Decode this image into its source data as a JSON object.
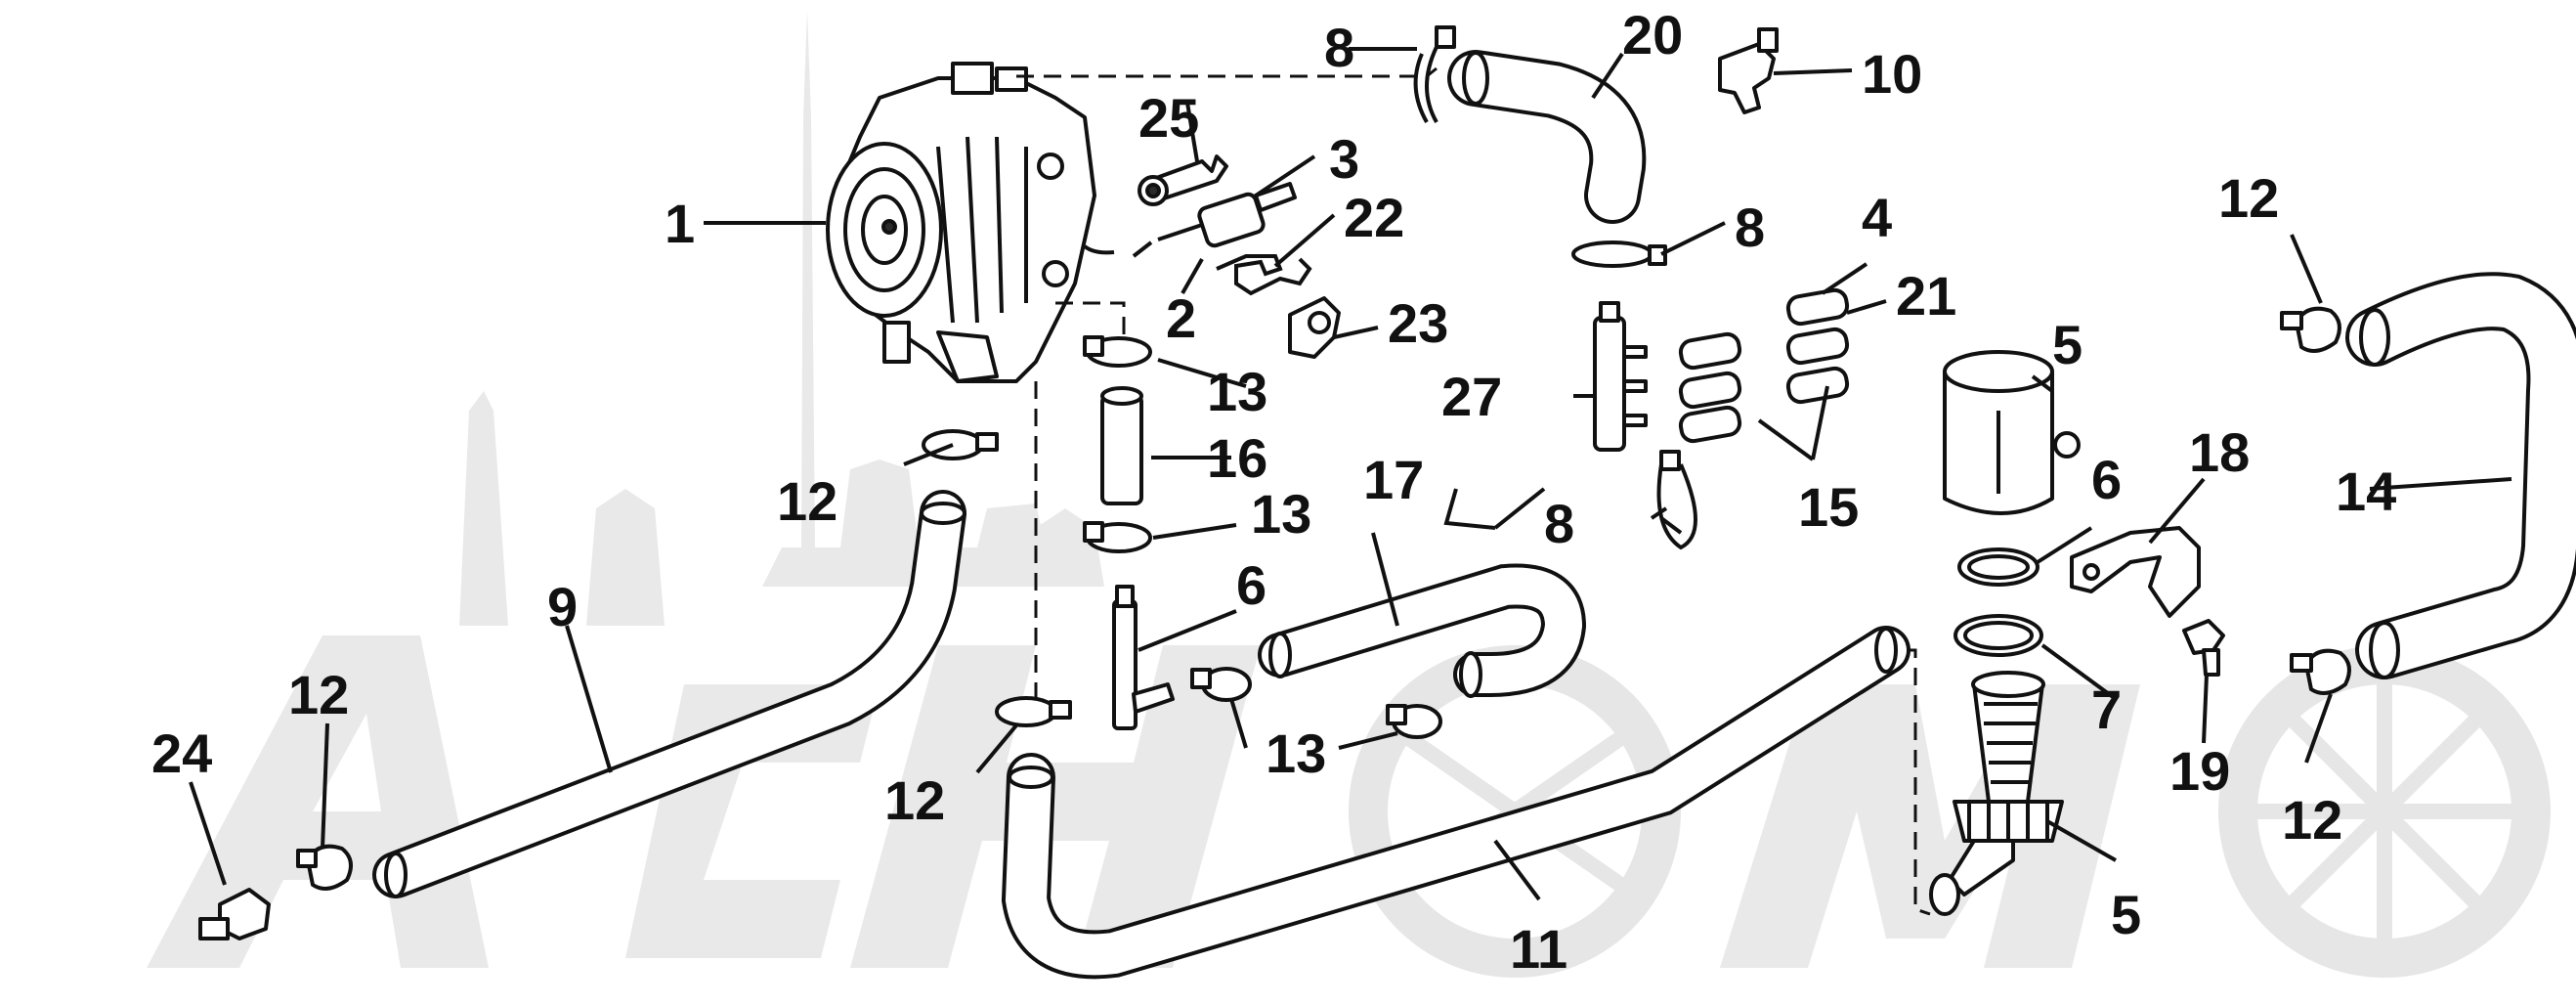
{
  "diagram": {
    "labels": {
      "l1": "1",
      "l2": "2",
      "l3": "3",
      "l4": "4",
      "l5a": "5",
      "l5b": "5",
      "l6a": "6",
      "l6b": "6",
      "l7": "7",
      "l8a": "8",
      "l8b": "8",
      "l8c": "8",
      "l9": "9",
      "l10": "10",
      "l11": "11",
      "l12a": "12",
      "l12b": "12",
      "l12c": "12",
      "l12d": "12",
      "l12e": "12",
      "l13a": "13",
      "l13b": "13",
      "l13c": "13",
      "l14": "14",
      "l15": "15",
      "l16": "16",
      "l17": "17",
      "l18": "18",
      "l19": "19",
      "l20": "20",
      "l21": "21",
      "l22": "22",
      "l23": "23",
      "l24": "24",
      "l25": "25",
      "l27": "27"
    }
  }
}
